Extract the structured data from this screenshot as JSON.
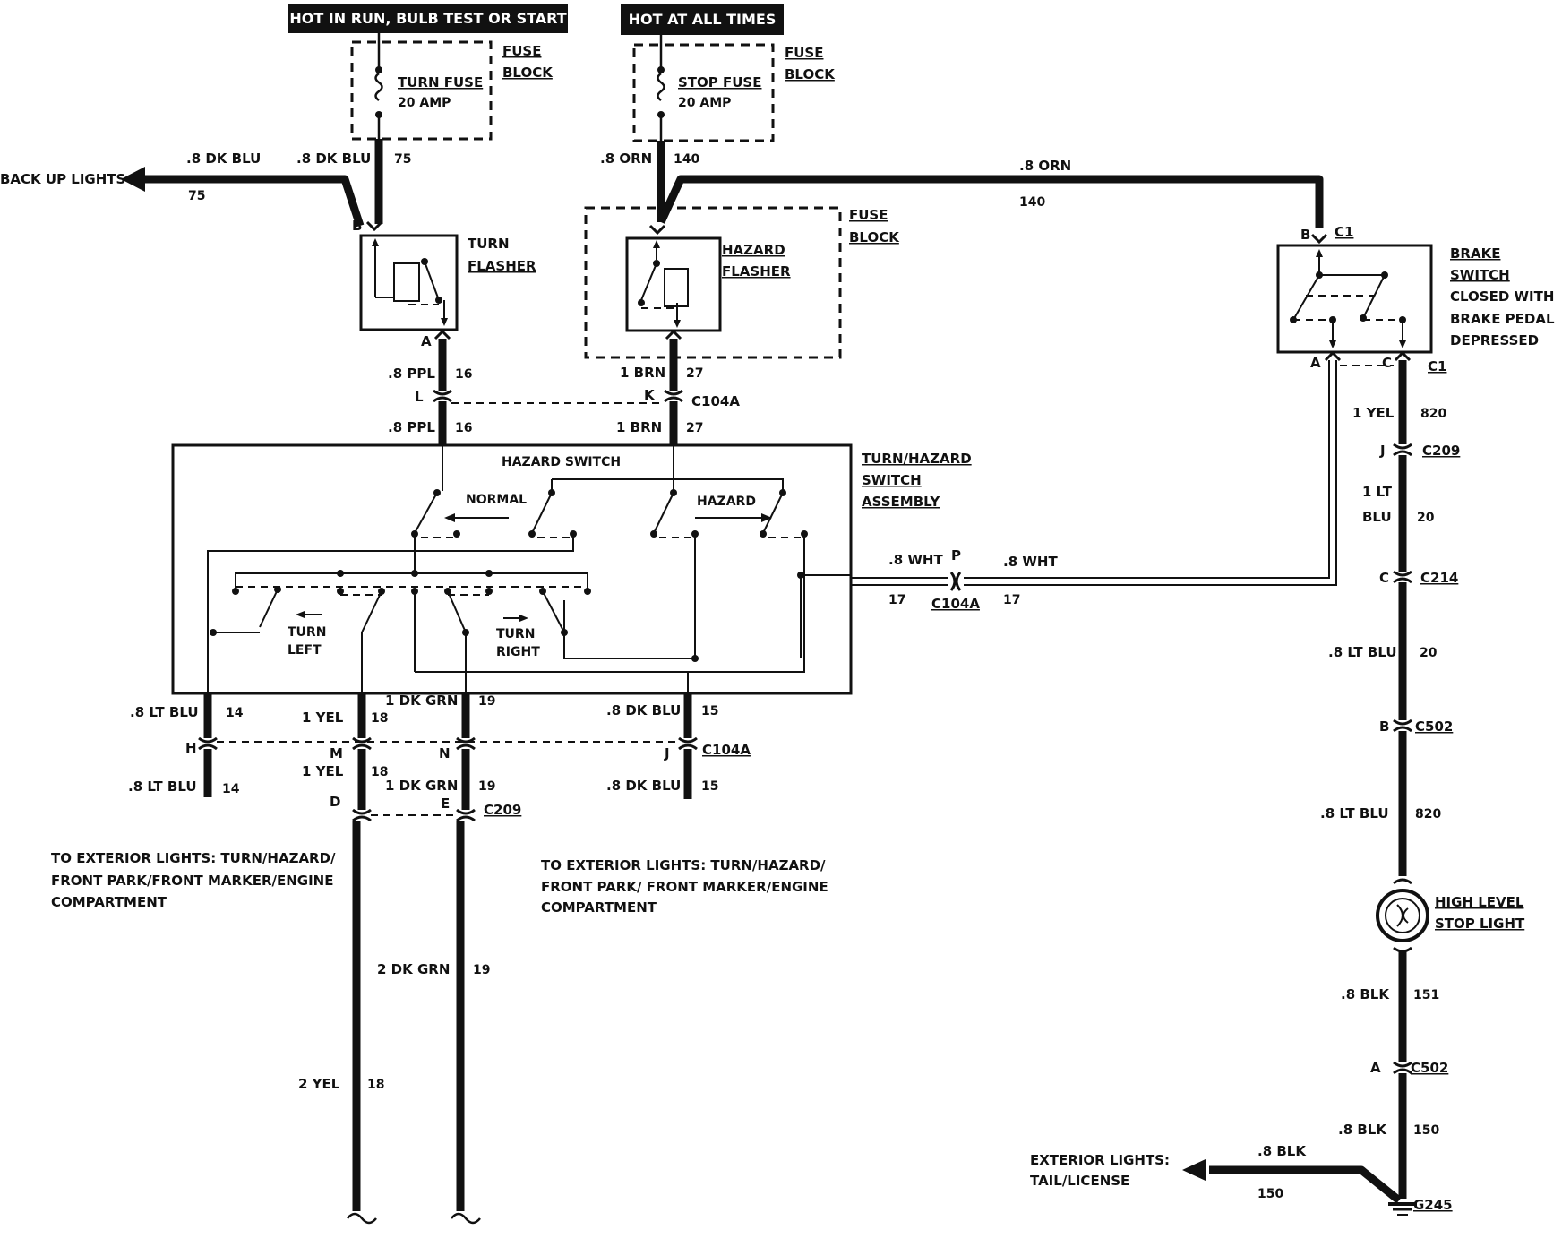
{
  "headers": {
    "turn_supply": "HOT IN RUN, BULB TEST OR START",
    "stop_supply": "HOT AT ALL TIMES"
  },
  "fuses": {
    "turn": {
      "name": "TURN FUSE",
      "rating": "20 AMP",
      "block_line1": "FUSE",
      "block_line2": "BLOCK"
    },
    "stop": {
      "name": "STOP FUSE",
      "rating": "20 AMP",
      "block_line1": "FUSE",
      "block_line2": "BLOCK"
    }
  },
  "components": {
    "turn_flasher": {
      "line1": "TURN",
      "line2": "FLASHER"
    },
    "hazard_flasher": {
      "line1": "HAZARD",
      "line2": "FLASHER",
      "block_line1": "FUSE",
      "block_line2": "BLOCK"
    },
    "brake_switch": {
      "line1": "BRAKE",
      "line2": "SWITCH",
      "line3": "CLOSED WITH",
      "line4": "BRAKE PEDAL",
      "line5": "DEPRESSED"
    },
    "turn_hazard_assembly": {
      "line1": "TURN/HAZARD",
      "line2": "SWITCH",
      "line3": "ASSEMBLY"
    },
    "hazard_switch": "HAZARD SWITCH",
    "normal": "NORMAL",
    "hazard": "HAZARD",
    "turn_left": {
      "line1": "TURN",
      "line2": "LEFT"
    },
    "turn_right": {
      "line1": "TURN",
      "line2": "RIGHT"
    },
    "high_level_stop": {
      "line1": "HIGH LEVEL",
      "line2": "STOP LIGHT"
    }
  },
  "wires": {
    "back_up_lights": "BACK UP LIGHTS",
    "dkblu_a": ".8 DK BLU",
    "dkblu_b": ".8 DK BLU",
    "n75a": "75",
    "n75b": "75",
    "orn_a": ".8 ORN",
    "n140a": "140",
    "orn_b": ".8 ORN",
    "n140b": "140",
    "ppl_a": ".8 PPL",
    "n16a": "16",
    "ppl_b": ".8 PPL",
    "n16b": "16",
    "brn_a": "1 BRN",
    "n27a": "27",
    "brn_b": "1 BRN",
    "n27b": "27",
    "wht_a": ".8 WHT",
    "wht_b": ".8 WHT",
    "n17a": "17",
    "n17b": "17",
    "ltblu14a": ".8 LT BLU",
    "n14a": "14",
    "ltblu14b": ".8 LT BLU",
    "n14b": "14",
    "yel18a": "1 YEL",
    "n18a": "18",
    "yel18b": "1 YEL",
    "n18b": "18",
    "yel18c": "2 YEL",
    "n18c": "18",
    "grn19a": "1 DK GRN",
    "n19a": "19",
    "grn19b": "1 DK GRN",
    "n19b": "19",
    "grn19c": "2 DK GRN",
    "n19c": "19",
    "dkblu15a": ".8 DK BLU",
    "n15a": "15",
    "dkblu15b": ".8 DK BLU",
    "n15b": "15",
    "yel820": "1 YEL",
    "n820a": "820",
    "ltblu20a1": "1 LT",
    "ltblu20a2": "BLU",
    "n20a": "20",
    "ltblu20b": ".8 LT BLU",
    "n20b": "20",
    "ltblu820": ".8 LT BLU",
    "n820b": "820",
    "blk151": ".8 BLK",
    "n151": "151",
    "blk150a": ".8 BLK",
    "n150a": "150",
    "blk150b": ".8 BLK",
    "n150b": "150"
  },
  "connectors": {
    "c104a_1": "C104A",
    "c104a_2": "C104A",
    "c104a_3": "C104A",
    "c209_1": "C209",
    "c209_2": "C209",
    "c214": "C214",
    "c502_1": "C502",
    "c502_2": "C502",
    "c1_1": "C1",
    "c1_2": "C1",
    "g245": "G245"
  },
  "pins": {
    "B_tf": "B",
    "A_tf": "A",
    "L": "L",
    "K": "K",
    "P": "P",
    "H": "H",
    "M": "M",
    "N": "N",
    "J_low": "J",
    "D": "D",
    "E": "E",
    "B_bs": "B",
    "A_bs": "A",
    "C_bs": "C",
    "J_r": "J",
    "C_r": "C",
    "B_r": "B",
    "A_r": "A"
  },
  "notes": {
    "left1": "TO EXTERIOR LIGHTS: TURN/HAZARD/",
    "left2": "FRONT PARK/FRONT MARKER/ENGINE",
    "left3": "COMPARTMENT",
    "mid1": "TO EXTERIOR LIGHTS: TURN/HAZARD/",
    "mid2": "FRONT PARK/ FRONT MARKER/ENGINE",
    "mid3": "COMPARTMENT",
    "ext1": "EXTERIOR LIGHTS:",
    "ext2": "TAIL/LICENSE"
  }
}
